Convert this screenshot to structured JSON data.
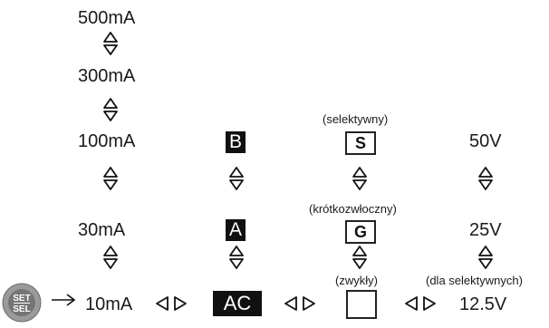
{
  "current_levels": [
    "500mA",
    "300mA",
    "100mA",
    "30mA",
    "10mA"
  ],
  "types": {
    "b_label": "B",
    "a_label": "A",
    "ac_label": "AC"
  },
  "modes": {
    "selective_caption": "(selektywny)",
    "selective_symbol": "S",
    "delayed_caption": "(krótkozwłoczny)",
    "delayed_symbol": "G",
    "normal_caption": "(zwykły)",
    "normal_symbol": ""
  },
  "voltages": {
    "v50": "50V",
    "v25": "25V",
    "v12_5": "12.5V",
    "selective_note": "(dla selektywnych)"
  },
  "button": {
    "top": "SET",
    "bottom": "SEL"
  },
  "colors": {
    "inverse_bg": "#111111",
    "button_outer": "#8a8a8a",
    "button_inner": "#6e6e6e"
  },
  "icons": {
    "up_down": "up-down-arrow-icon",
    "left_right": "left-right-arrow-icon",
    "right_arrow": "right-arrow-icon"
  }
}
